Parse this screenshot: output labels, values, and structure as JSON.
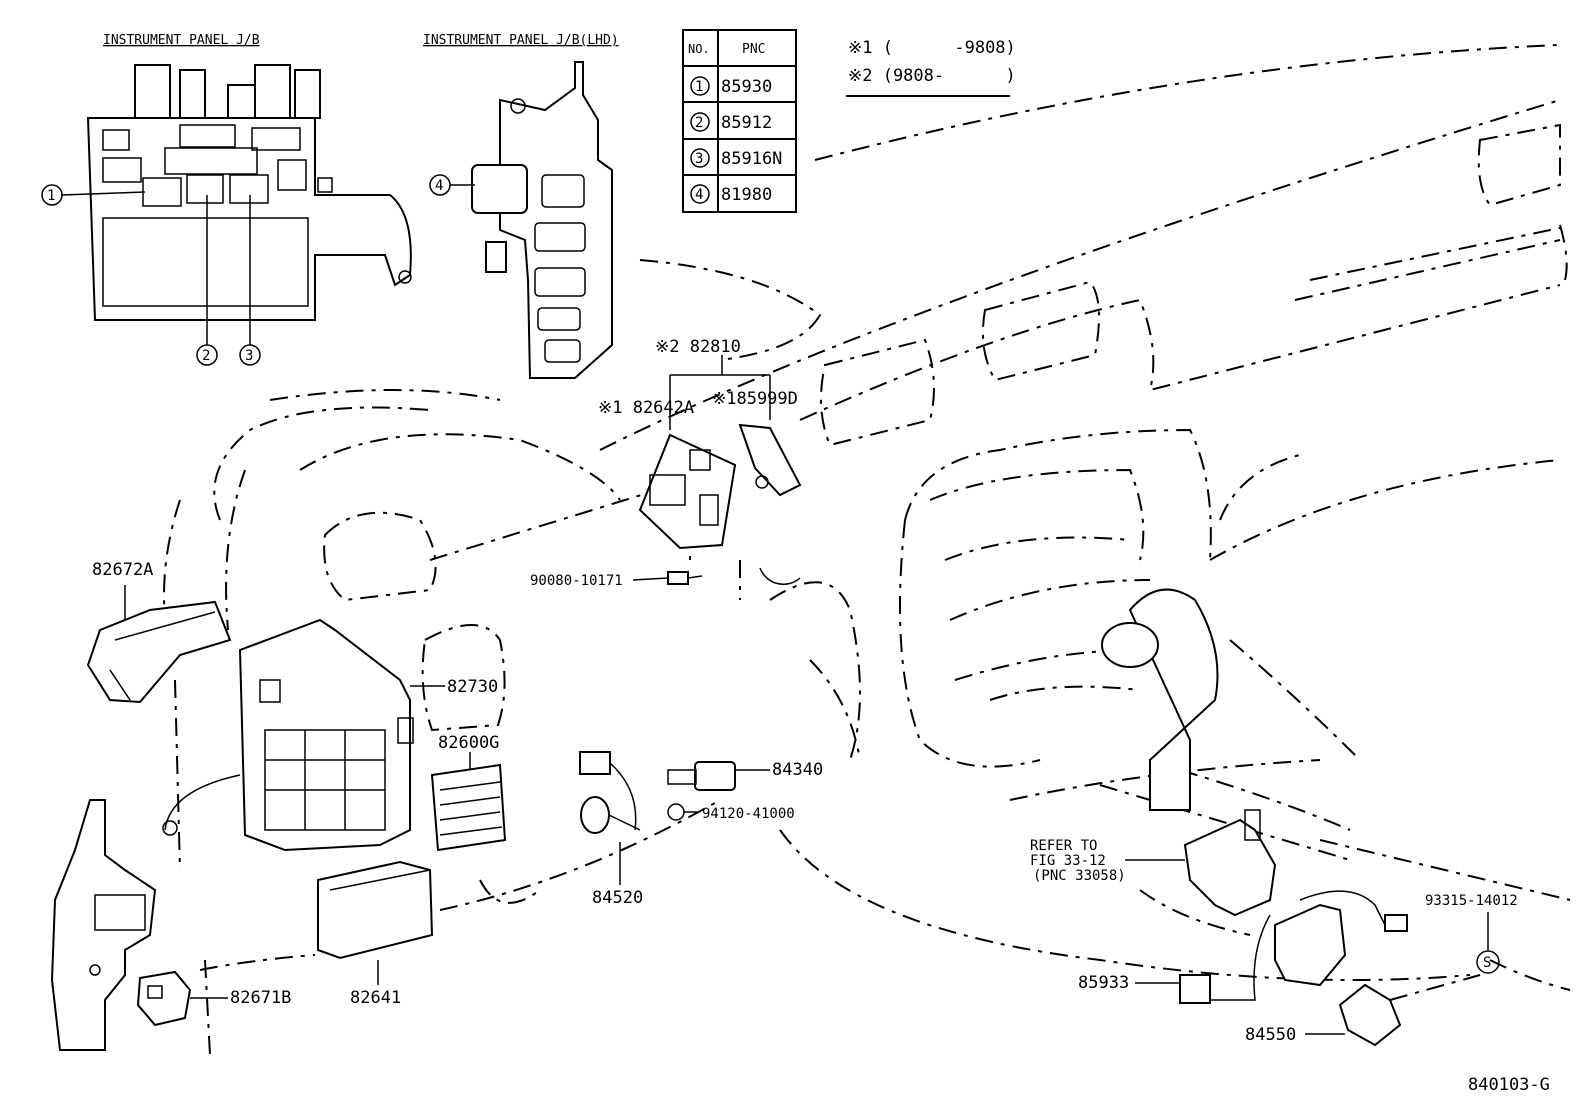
{
  "headers": {
    "jb": "INSTRUMENT PANEL J/B",
    "jb_lhd": "INSTRUMENT PANEL J/B(LHD)"
  },
  "pnc_table": {
    "col_no": "NO.",
    "col_pnc": "PNC",
    "rows": [
      {
        "no": "1",
        "pnc": "85930"
      },
      {
        "no": "2",
        "pnc": "85912"
      },
      {
        "no": "3",
        "pnc": "85916N"
      },
      {
        "no": "4",
        "pnc": "81980"
      }
    ]
  },
  "notes": {
    "n1": "※1 (      -9808)",
    "n2": "※2 (9808-      )"
  },
  "callouts": {
    "c1": "1",
    "c2": "2",
    "c3": "3",
    "c4": "4"
  },
  "labels": {
    "p82810": "※2 82810",
    "p82642a": "※1 82642A",
    "p85999d": "※185999D",
    "p90080": "90080-10171",
    "p82672a": "82672A",
    "p82730": "82730",
    "p82600g": "82600G",
    "p84340": "84340",
    "p94120": "94120-41000",
    "p84520": "84520",
    "p82641": "82641",
    "p82671b": "82671B",
    "refer1": "REFER TO",
    "refer2": "FIG 33-12",
    "refer3": "(PNC 33058)",
    "p93315": "93315-14012",
    "s_mark": "S",
    "p85933": "85933",
    "p84550": "84550",
    "diagram_id": "840103-G"
  }
}
